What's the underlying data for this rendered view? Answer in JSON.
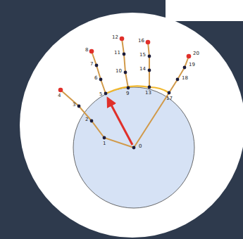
{
  "diagram": {
    "labels": [
      "0",
      "1",
      "2",
      "3",
      "4",
      "5",
      "6",
      "7",
      "8",
      "9",
      "10",
      "11",
      "12",
      "13",
      "14",
      "15",
      "16",
      "17",
      "18",
      "19",
      "20"
    ]
  }
}
